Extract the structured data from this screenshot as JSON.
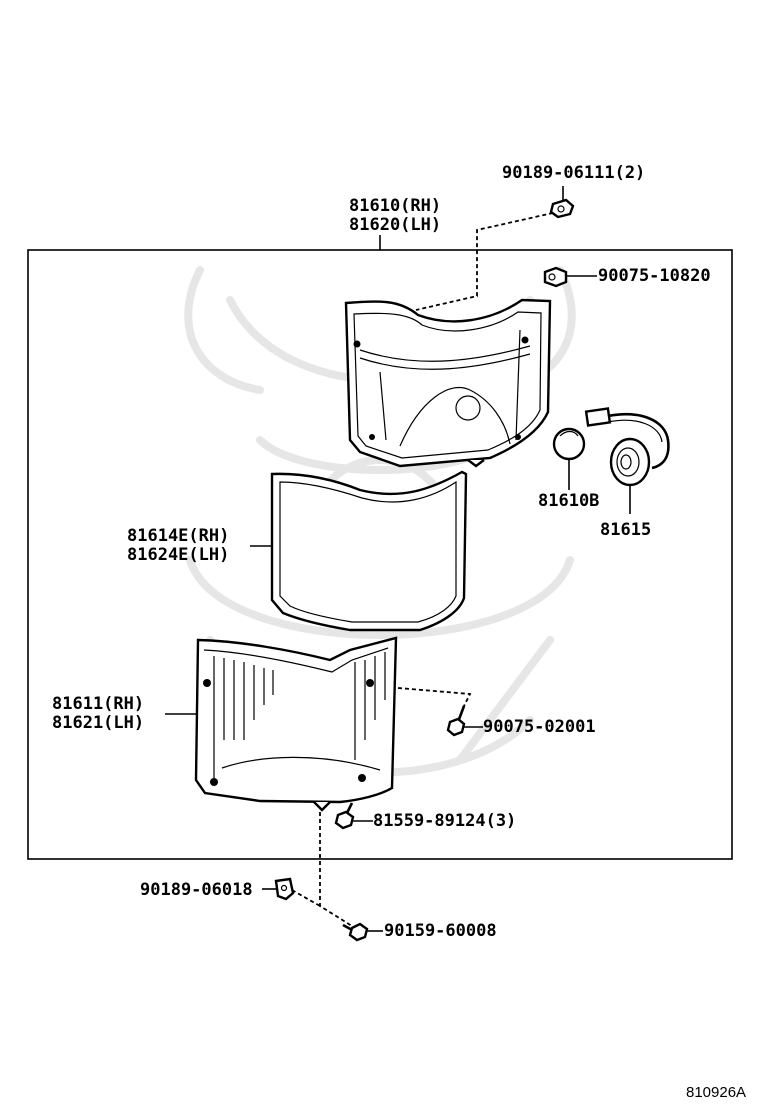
{
  "labels": {
    "clip_top": "90189-06111(2)",
    "lamp_assy_rh": "81610(RH)",
    "lamp_assy_lh": "81620(LH)",
    "screw_top": "90075-10820",
    "bulb": "81610B",
    "socket": "81615",
    "gasket_rh": "81614E(RH)",
    "gasket_lh": "81624E(LH)",
    "lens_rh": "81611(RH)",
    "lens_lh": "81621(LH)",
    "screw_lens": "90075-02001",
    "screw_bottom": "81559-89124(3)",
    "nut": "90189-06018",
    "bolt": "90159-60008",
    "diagram_code": "810926A"
  }
}
